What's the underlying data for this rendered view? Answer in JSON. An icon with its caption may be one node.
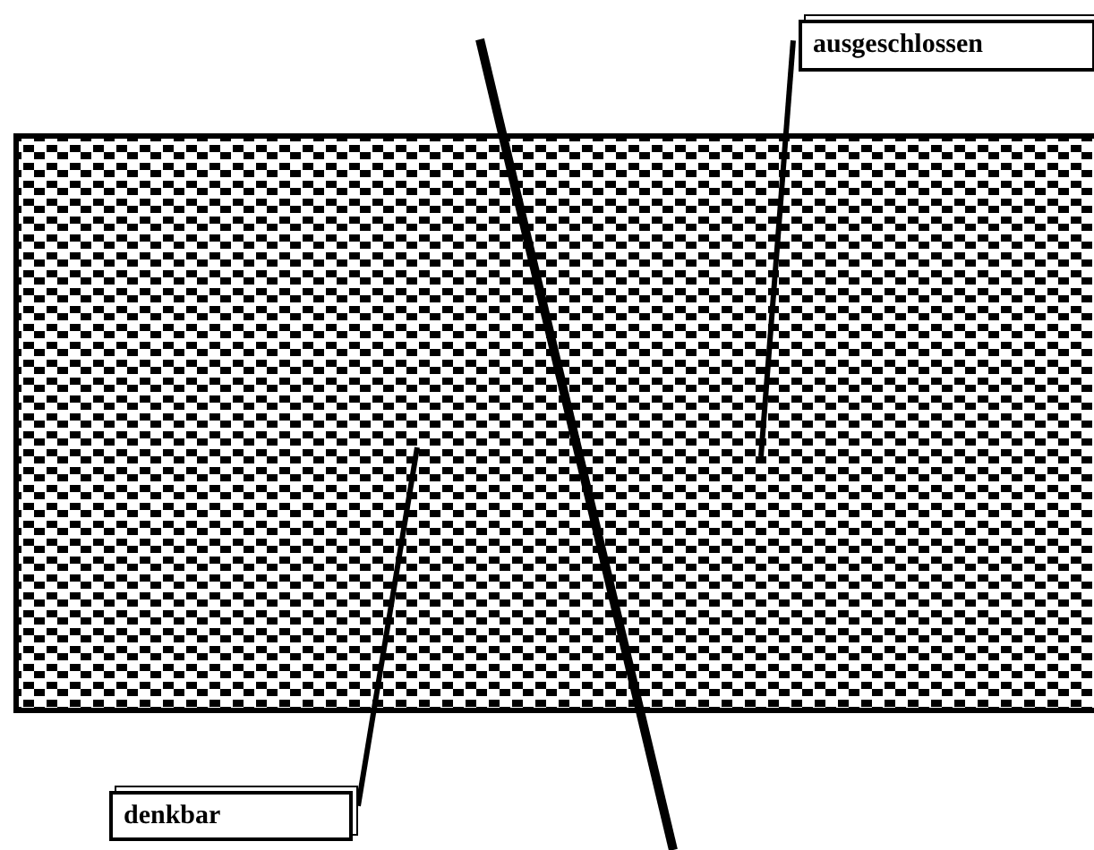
{
  "diagram": {
    "nodes": [
      {
        "text": [
          "ausgeschlossen"
        ]
      },
      {
        "text": [
          "denkbar"
        ]
      }
    ],
    "edges": [
      {
        "from": 0,
        "to": null,
        "arrow": "none"
      },
      {
        "from": 1,
        "to": null,
        "arrow": "none"
      }
    ]
  }
}
